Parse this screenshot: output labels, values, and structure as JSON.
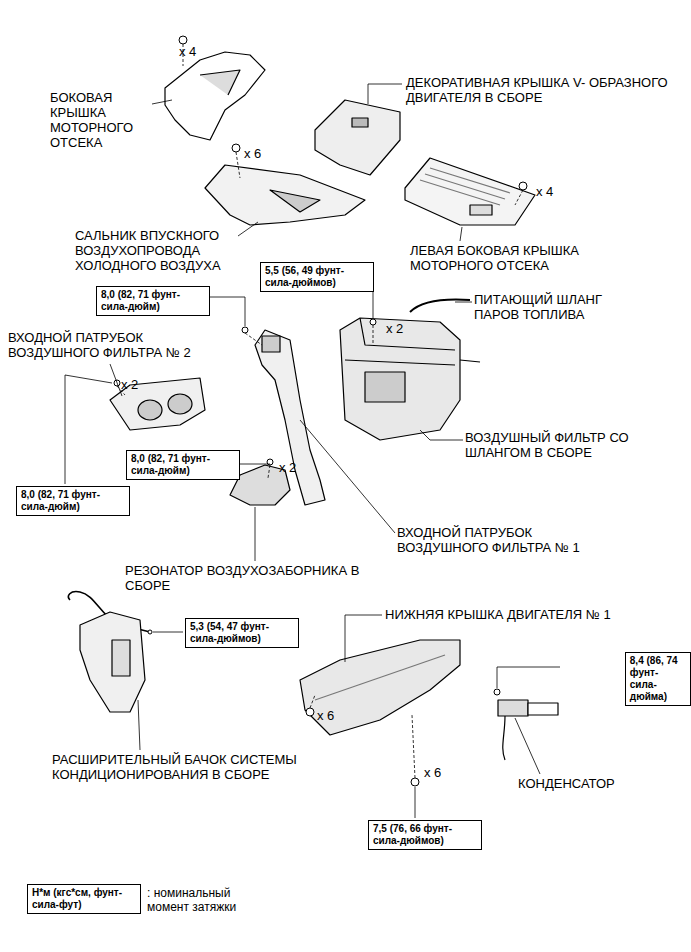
{
  "diagram": {
    "nodes": [
      {
        "text": [
          "5,5 (56, 49 фунт- сила-дюймов)"
        ]
      },
      {
        "text": [
          "8,0 (82, 71 фунт- сила-дюйм)"
        ]
      },
      {
        "text": [
          "8,0 (82, 71 фунт- сила-дюйм)"
        ]
      },
      {
        "text": [
          "8,0 (82, 71 фунт- сила-дюйм)"
        ]
      },
      {
        "text": [
          "5,3 (54, 47 фунт- сила-дюймов)"
        ]
      },
      {
        "text": [
          "8,4 (86, 74 фунт- сила-дюйма)"
        ]
      },
      {
        "text": [
          "7,5 (76, 66 фунт- сила-дюймов)"
        ]
      },
      {
        "text": [
          "Н*м (кгс*см, фунт- сила-фут)"
        ]
      }
    ],
    "labels": [
      "x 4",
      "БОКОВАЯ КРЫШКА МОТОРНОГО ОТСЕКА",
      "ДЕКОРАТИВНАЯ КРЫШКА V- ОБРАЗНОГО ДВИГАТЕЛЯ В СБОРЕ",
      "x 6",
      "x 4",
      "САЛЬНИК ВПУСКНОГО ВОЗДУХОПРОВОДА ХОЛОДНОГО ВОЗДУХА",
      "ЛЕВАЯ БОКОВАЯ КРЫШКА МОТОРНОГО ОТСЕКА",
      "ПИТАЮЩИЙ ШЛАНГ ПАРОВ ТОПЛИВА",
      "x 2",
      "ВХОДНОЙ ПАТРУБОК ВОЗДУШНОГО ФИЛЬТРА № 2",
      "x 2",
      "ВОЗДУШНЫЙ ФИЛЬТР СО ШЛАНГОМ В СБОРЕ",
      "x 2",
      "ВХОДНОЙ ПАТРУБОК ВОЗДУШНОГО ФИЛЬТРА № 1",
      "РЕЗОНАТОР ВОЗДУХОЗАБОРНИКА В СБОРЕ",
      "НИЖНЯЯ КРЫШКА ДВИГАТЕЛЯ № 1",
      "x 6",
      "x 6",
      "РАСШИРИТЕЛЬНЫЙ БАЧОК СИСТЕМЫ КОНДИЦИОНИРОВАНИЯ В СБОРЕ",
      "КОНДЕНСАТОР"
    ],
    "legend": [
      {
        "text": ": номинальный момент затяжки"
      }
    ]
  }
}
